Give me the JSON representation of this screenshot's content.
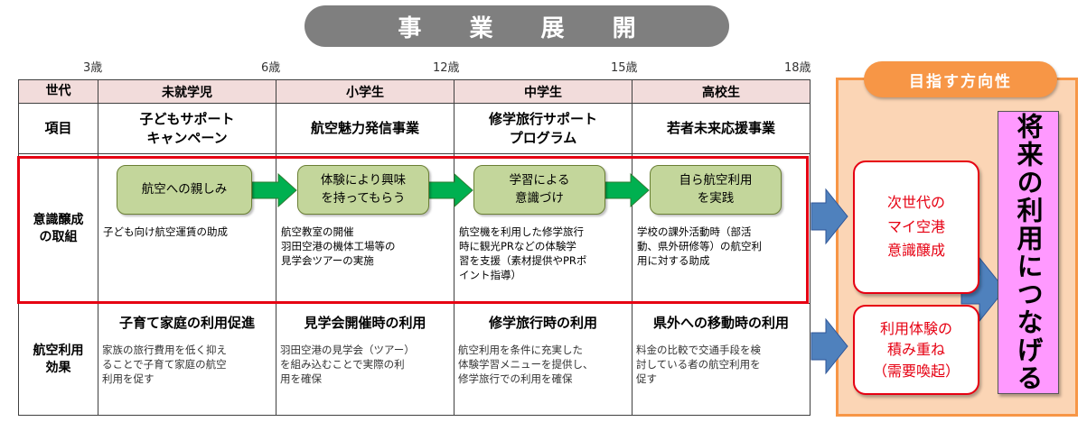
{
  "title": "事 業 展 開",
  "ages": [
    "3歳",
    "6歳",
    "12歳",
    "15歳",
    "18歳"
  ],
  "table": {
    "header": [
      "世代",
      "未就学児",
      "小学生",
      "中学生",
      "高校生"
    ],
    "item_label": "項目",
    "items": [
      [
        "子どもサポート",
        "キャンペーン"
      ],
      [
        "航空魅力発信事業"
      ],
      [
        "修学旅行サポート",
        "プログラム"
      ],
      [
        "若者未来応援事業"
      ]
    ],
    "awareness_label": [
      "意識醸成",
      "の取組"
    ],
    "stages": [
      [
        "航空への親しみ"
      ],
      [
        "体験により興味",
        "を持ってもらう"
      ],
      [
        "学習による",
        "意識づけ"
      ],
      [
        "自ら航空利用",
        "を実践"
      ]
    ],
    "awareness_desc": [
      [
        "子ども向け航空運賃の助成"
      ],
      [
        "航空教室の開催",
        "羽田空港の機体工場等の",
        "見学会ツアーの実施"
      ],
      [
        "航空機を利用した修学旅行",
        "時に観光PRなどの体験学",
        "習を支援（素材提供やPRポ",
        "イント指導）"
      ],
      [
        "学校の課外活動時（部活",
        "動、県外研修等）の航空利",
        "用に対する助成"
      ]
    ],
    "effect_label": [
      "航空利用",
      "効果"
    ],
    "effect_titles": [
      "子育て家庭の利用促進",
      "見学会開催時の利用",
      "修学旅行時の利用",
      "県外への移動時の利用"
    ],
    "effect_desc": [
      [
        "家族の旅行費用を低く抑え",
        "ることで子育て家庭の航空",
        "利用を促す"
      ],
      [
        "羽田空港の見学会（ツアー）",
        "を組み込むことで実際の利",
        "用を確保"
      ],
      [
        "航空利用を条件に充実した",
        "体験学習メニューを提供し、",
        "修学旅行での利用を確保"
      ],
      [
        "料金の比較で交通手段を検",
        "討している者の航空利用を",
        "促す"
      ]
    ]
  },
  "direction": {
    "badge": "目指す方向性",
    "box1": [
      "次世代の",
      "マイ空港",
      "意識醸成"
    ],
    "box2": [
      "利用体験の",
      "積み重ね",
      "（需要喚起）"
    ],
    "goal": "将来の利用につなげる"
  },
  "colors": {
    "title_bg": "#7f7f7f",
    "header_bg": "#f2dcdb",
    "stage_fill": "#c3d69b",
    "arrow_green": "#00b050",
    "highlight_red": "#e60012",
    "panel_fill": "#fbd5b5",
    "panel_border": "#f79646",
    "blue_arrow": "#4f81bd",
    "goal_fill": "#ff99ff"
  }
}
